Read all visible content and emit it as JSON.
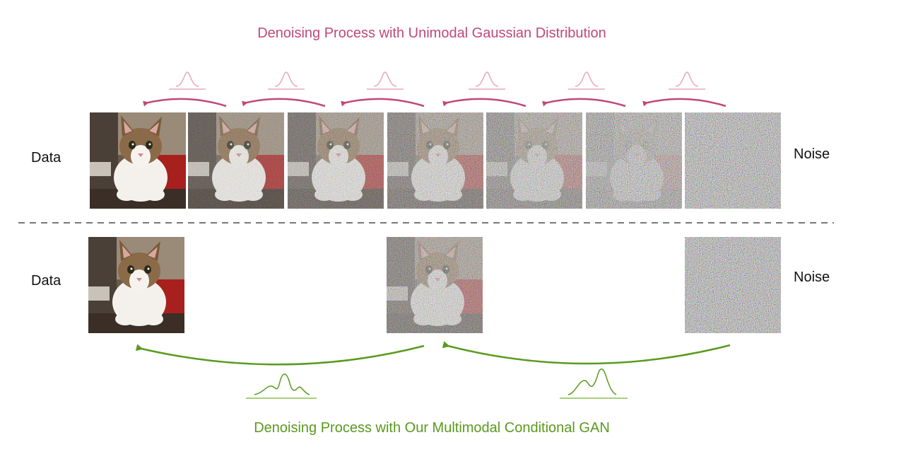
{
  "top": {
    "title": "Denoising Process with Unimodal Gaussian Distribution",
    "data_label": "Data",
    "noise_label": "Noise",
    "noise_levels": [
      0.0,
      0.3,
      0.5,
      0.65,
      0.78,
      0.9,
      1.0
    ]
  },
  "bottom": {
    "title": "Denoising Process with Our Multimodal Conditional GAN",
    "data_label": "Data",
    "noise_label": "Noise",
    "noise_levels": [
      0.0,
      0.65,
      1.0
    ]
  },
  "colors": {
    "unimodal": "#c0487a",
    "unimodal_light": "#e9a7c0",
    "multimodal": "#5a9a1e",
    "multimodal_light": "#8cc04f",
    "divider": "#777777"
  }
}
